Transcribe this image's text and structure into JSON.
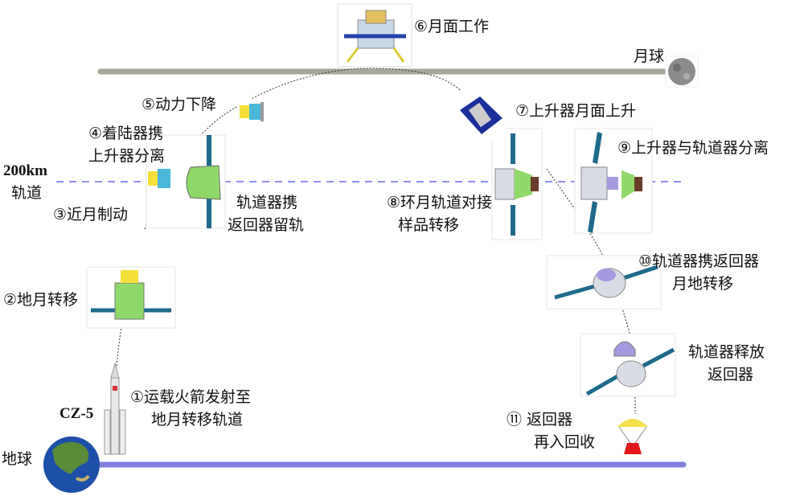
{
  "colors": {
    "moon_surface": "#a8a69a",
    "earth_surface": "#7f7fe0",
    "orbit_line": "#6b6bf0",
    "trajectory": "#333333"
  },
  "labels": {
    "step6": "⑥月面工作",
    "moon": "月球",
    "step5": "⑤动力下降",
    "step4_line1": "④着陆器携",
    "step4_line2": "上升器分离",
    "orbit_line1": "200km",
    "orbit_line2": "轨道",
    "step3": "③近月制动",
    "orbiter_stay_line1": "轨道器携",
    "orbiter_stay_line2": "返回器留轨",
    "step8_line1": "⑧环月轨道对接",
    "step8_line2": "样品转移",
    "step7": "⑦上升器月面上升",
    "step9": "⑨上升器与轨道器分离",
    "step10_line1": "⑩轨道器携返回器",
    "step10_line2": "月地转移",
    "release_line1": "轨道器释放",
    "release_line2": "返回器",
    "step11_line1": "⑪ 返回器",
    "step11_line2": "再入回收",
    "step2": "②地月转移",
    "step1_line1": "①运载火箭发射至",
    "step1_line2": "地月转移轨道",
    "rocket": "CZ-5",
    "earth": "地球"
  }
}
